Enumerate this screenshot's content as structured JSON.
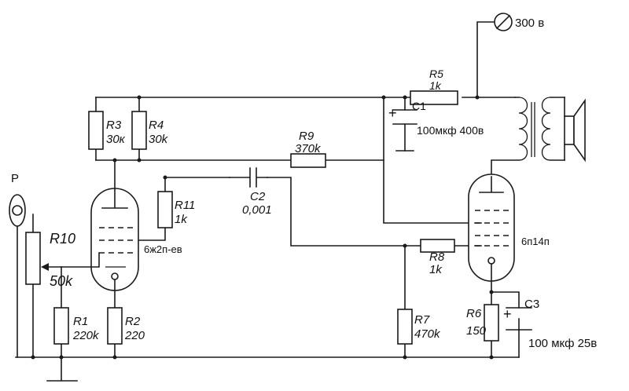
{
  "supply": {
    "label": "300 в"
  },
  "components": {
    "r1": {
      "name": "R1",
      "value": "220k"
    },
    "r2": {
      "name": "R2",
      "value": "220"
    },
    "r3": {
      "name": "R3",
      "value": "30к"
    },
    "r4": {
      "name": "R4",
      "value": "30k"
    },
    "r5": {
      "name": "R5",
      "value": "1k"
    },
    "r6": {
      "name": "R6",
      "value": "150"
    },
    "r7": {
      "name": "R7",
      "value": "470k"
    },
    "r8": {
      "name": "R8",
      "value": "1k"
    },
    "r9": {
      "name": "R9",
      "value": "370k"
    },
    "r10": {
      "name": "R10",
      "value": "50k"
    },
    "r11": {
      "name": "R11",
      "value": "1k"
    },
    "c1": {
      "name": "C1",
      "value": "100мкф 400в",
      "polarity": "+"
    },
    "c2": {
      "name": "C2",
      "value": "0,001"
    },
    "c3": {
      "name": "C3",
      "value": "100 мкф 25в",
      "polarity": "+"
    }
  },
  "tubes": {
    "v1": {
      "label": "6ж2п-ев"
    },
    "v2": {
      "label": "6п14п"
    }
  },
  "input": {
    "label": "P"
  }
}
